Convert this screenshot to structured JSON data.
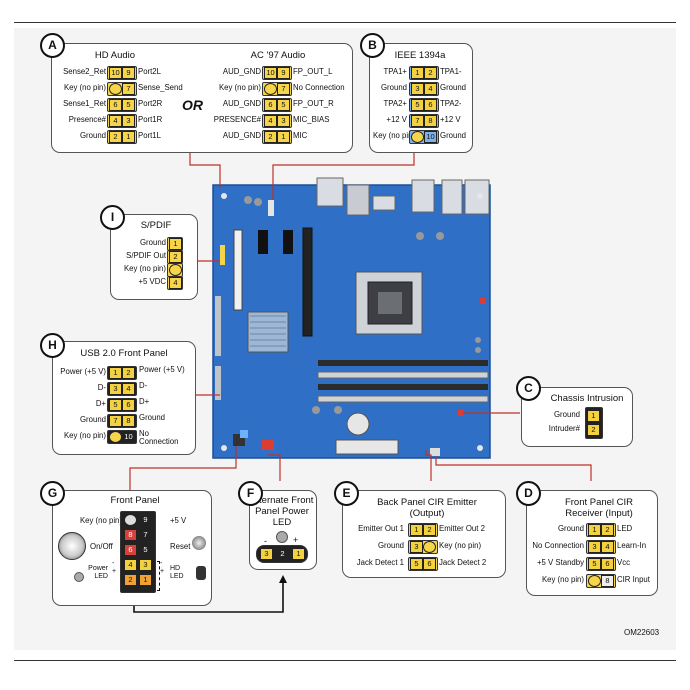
{
  "figure_code": "OM22603",
  "colors": {
    "board": "#2f6fc6",
    "wire": "#c0302a",
    "pin_yellow": "#f6d54b",
    "pin_blue": "#7fb2ea"
  },
  "hd_audio": {
    "badge": "A",
    "title": "HD Audio",
    "left": [
      "Sense2_Ret",
      "Key (no pin)",
      "Sense1_Ret",
      "Presence#",
      "Ground"
    ],
    "pins_a": [
      "10",
      "",
      "6",
      "4",
      "2"
    ],
    "pins_b": [
      "9",
      "7",
      "5",
      "3",
      "1"
    ],
    "right": [
      "Port2L",
      "Sense_Send",
      "Port2R",
      "Port1R",
      "Port1L"
    ]
  },
  "or_text": "OR",
  "ac97": {
    "title": "AC '97 Audio",
    "left": [
      "AUD_GND",
      "Key (no pin)",
      "AUD_GND",
      "PRESENCE#",
      "AUD_GND"
    ],
    "pins_a": [
      "10",
      "",
      "6",
      "4",
      "2"
    ],
    "pins_b": [
      "9",
      "7",
      "5",
      "3",
      "1"
    ],
    "right": [
      "FP_OUT_L",
      "No Connection",
      "FP_OUT_R",
      "MIC_BIAS",
      "MIC"
    ]
  },
  "ieee": {
    "badge": "B",
    "title": "IEEE 1394a",
    "left": [
      "TPA1+",
      "Ground",
      "TPA2+",
      "+12 V",
      "Key (no pin)"
    ],
    "pins_a": [
      "1",
      "3",
      "5",
      "7",
      ""
    ],
    "pins_b": [
      "2",
      "4",
      "6",
      "8",
      "10"
    ],
    "right": [
      "TPA1-",
      "Ground",
      "TPA2-",
      "+12 V",
      "Ground"
    ]
  },
  "spdif": {
    "badge": "I",
    "title": "S/PDIF",
    "left": [
      "Ground",
      "S/PDIF Out",
      "Key (no pin)",
      "+5 VDC"
    ],
    "pins": [
      "1",
      "2",
      "",
      "4"
    ]
  },
  "usb": {
    "badge": "H",
    "title": "USB 2.0 Front Panel",
    "left": [
      "Power (+5 V)",
      "D-",
      "D+",
      "Ground",
      "Key (no pin)"
    ],
    "pins_a": [
      "1",
      "3",
      "5",
      "7",
      ""
    ],
    "pins_b": [
      "2",
      "4",
      "6",
      "8",
      "10"
    ],
    "right": [
      "Power (+5 V)",
      "D-",
      "D+",
      "Ground",
      "No Connection"
    ]
  },
  "chassis": {
    "badge": "C",
    "title": "Chassis Intrusion",
    "left": [
      "Ground",
      "Intruder#"
    ],
    "pins": [
      "1",
      "2"
    ]
  },
  "front_panel": {
    "badge": "G",
    "title": "Front Panel",
    "key_label": "Key (no pin)",
    "plus5_label": "+5 V",
    "onoff_label": "On/Off",
    "reset_label": "Reset",
    "power_led_label": "Power LED",
    "hd_led_label": "HD LED",
    "pins_a": [
      "",
      "8",
      "6",
      "4",
      "2"
    ],
    "pins_b": [
      "9",
      "7",
      "5",
      "3",
      "1"
    ]
  },
  "alt_led": {
    "badge": "F",
    "title": "Alternate Front Panel Power LED",
    "pins": [
      "3",
      "2",
      "1"
    ],
    "minus": "-",
    "plus": "+"
  },
  "cir_emitter": {
    "badge": "E",
    "title": "Back Panel CIR Emitter (Output)",
    "left": [
      "Emitter Out 1",
      "Ground",
      "Jack Detect 1"
    ],
    "pins_a": [
      "1",
      "3",
      "5"
    ],
    "pins_b": [
      "2",
      "",
      "6"
    ],
    "right": [
      "Emitter Out 2",
      "Key (no pin)",
      "Jack Detect 2"
    ]
  },
  "cir_receiver": {
    "badge": "D",
    "title": "Front Panel CIR Receiver (Input)",
    "left": [
      "Ground",
      "No Connection",
      "+5 V Standby",
      "Key (no pin)"
    ],
    "pins_a": [
      "1",
      "3",
      "5",
      ""
    ],
    "pins_b": [
      "2",
      "4",
      "6",
      "8"
    ],
    "right": [
      "LED",
      "Learn-In",
      "Vcc",
      "CIR Input"
    ]
  }
}
